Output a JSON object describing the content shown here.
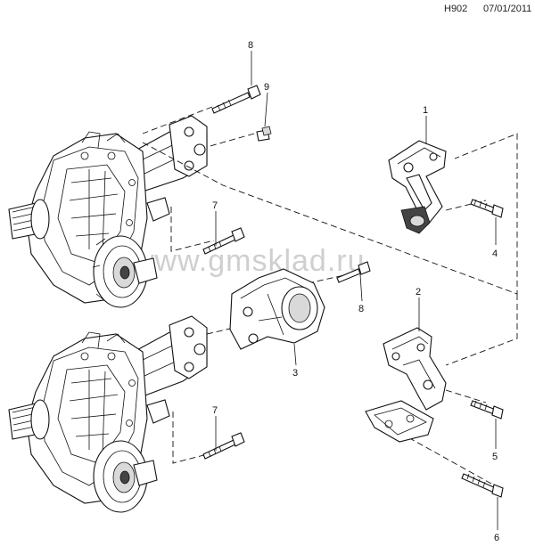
{
  "header": {
    "code": "H902",
    "date": "07/01/2011"
  },
  "watermark": "www.gmsklad.ru",
  "callouts": {
    "c1": "1",
    "c2": "2",
    "c3": "3",
    "c4": "4",
    "c5": "5",
    "c6": "6",
    "c7a": "7",
    "c7b": "7",
    "c8a": "8",
    "c8b": "8",
    "c9": "9"
  }
}
